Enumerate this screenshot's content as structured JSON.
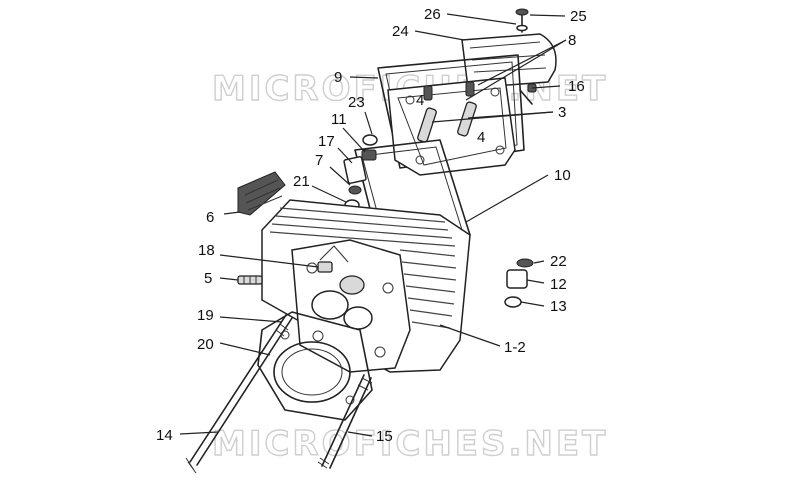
{
  "watermarks": [
    "MICROFICHES.NET",
    "MICROFICHES.NET"
  ],
  "callouts": [
    {
      "id": "26",
      "label": "26"
    },
    {
      "id": "25",
      "label": "25"
    },
    {
      "id": "24",
      "label": "24"
    },
    {
      "id": "8",
      "label": "8"
    },
    {
      "id": "9",
      "label": "9"
    },
    {
      "id": "16",
      "label": "16"
    },
    {
      "id": "23",
      "label": "23"
    },
    {
      "id": "4a",
      "label": "4"
    },
    {
      "id": "3",
      "label": "3"
    },
    {
      "id": "4b",
      "label": "4"
    },
    {
      "id": "11",
      "label": "11"
    },
    {
      "id": "17",
      "label": "17"
    },
    {
      "id": "7",
      "label": "7"
    },
    {
      "id": "10",
      "label": "10"
    },
    {
      "id": "21",
      "label": "21"
    },
    {
      "id": "6",
      "label": "6"
    },
    {
      "id": "18",
      "label": "18"
    },
    {
      "id": "22",
      "label": "22"
    },
    {
      "id": "5",
      "label": "5"
    },
    {
      "id": "12",
      "label": "12"
    },
    {
      "id": "13",
      "label": "13"
    },
    {
      "id": "19",
      "label": "19"
    },
    {
      "id": "1-2",
      "label": "1-2"
    },
    {
      "id": "20",
      "label": "20"
    },
    {
      "id": "14",
      "label": "14"
    },
    {
      "id": "15",
      "label": "15"
    }
  ]
}
